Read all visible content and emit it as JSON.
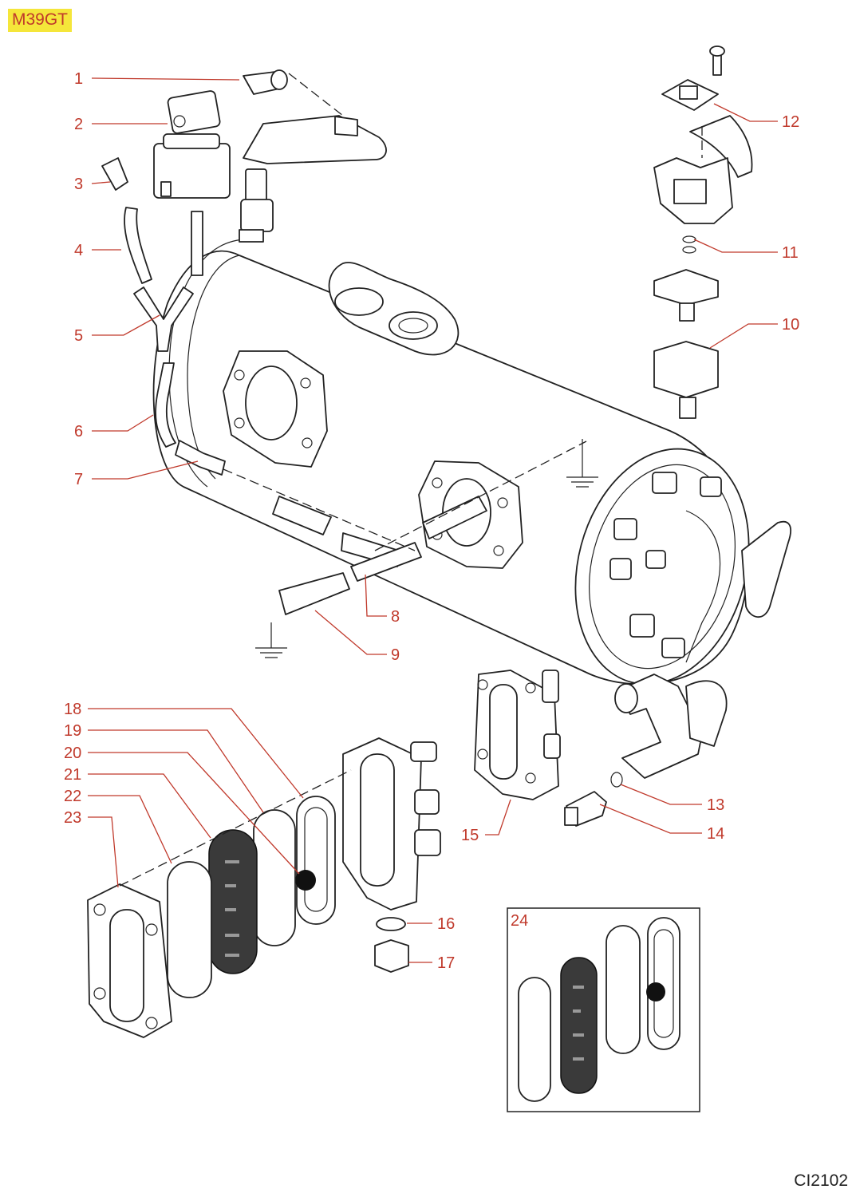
{
  "header": {
    "model": "M39GT"
  },
  "footer": {
    "code": "CI2102"
  },
  "colors": {
    "callout": "#c0392b",
    "tag_bg": "#f5e63a",
    "line": "#222222"
  },
  "callouts": [
    "1",
    "2",
    "3",
    "4",
    "5",
    "6",
    "7",
    "8",
    "9",
    "10",
    "11",
    "12",
    "13",
    "14",
    "15",
    "16",
    "17",
    "18",
    "19",
    "20",
    "21",
    "22",
    "23",
    "24"
  ]
}
